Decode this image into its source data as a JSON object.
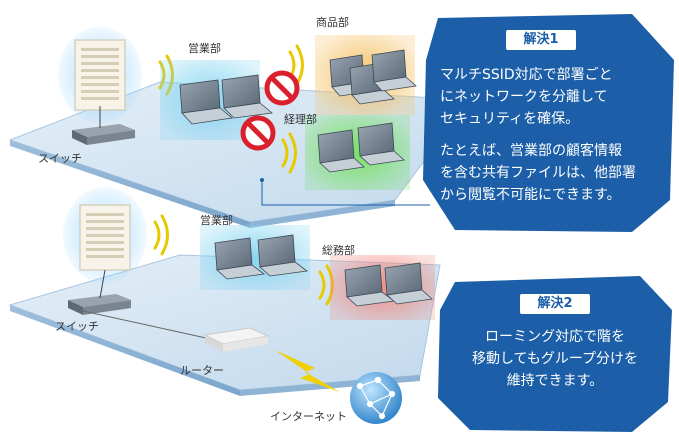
{
  "labels": {
    "switch_top": "スイッチ",
    "switch_bottom": "スイッチ",
    "sales_top": "営業部",
    "sales_bottom": "営業部",
    "products": "商品部",
    "accounting": "経理部",
    "general_affairs": "総務部",
    "router": "ルーター",
    "internet": "インターネット"
  },
  "callout1": {
    "title": "解決1",
    "line1": "マルチSSID対応で部署ごと",
    "line2": "にネットワークを分離して",
    "line3": "セキュリティを確保。",
    "line4": "たとえば、営業部の顧客情報",
    "line5": "を含む共有ファイルは、他部署",
    "line6": "から閲覧不可能にできます。"
  },
  "callout2": {
    "title": "解決2",
    "line1": "ローミング対応で階を",
    "line2": "移動してもグループ分けを",
    "line3": "維持できます。"
  },
  "colors": {
    "callout_blue": "#1c5fa8",
    "floor_blue": "#cfe3f2",
    "sales_glow": "#7fd3f0",
    "products_glow": "#f5c060",
    "accounting_glow": "#74e060",
    "general_glow": "#f08a80",
    "block_red": "#d9202c",
    "wave_yellow": "#e8c800"
  }
}
